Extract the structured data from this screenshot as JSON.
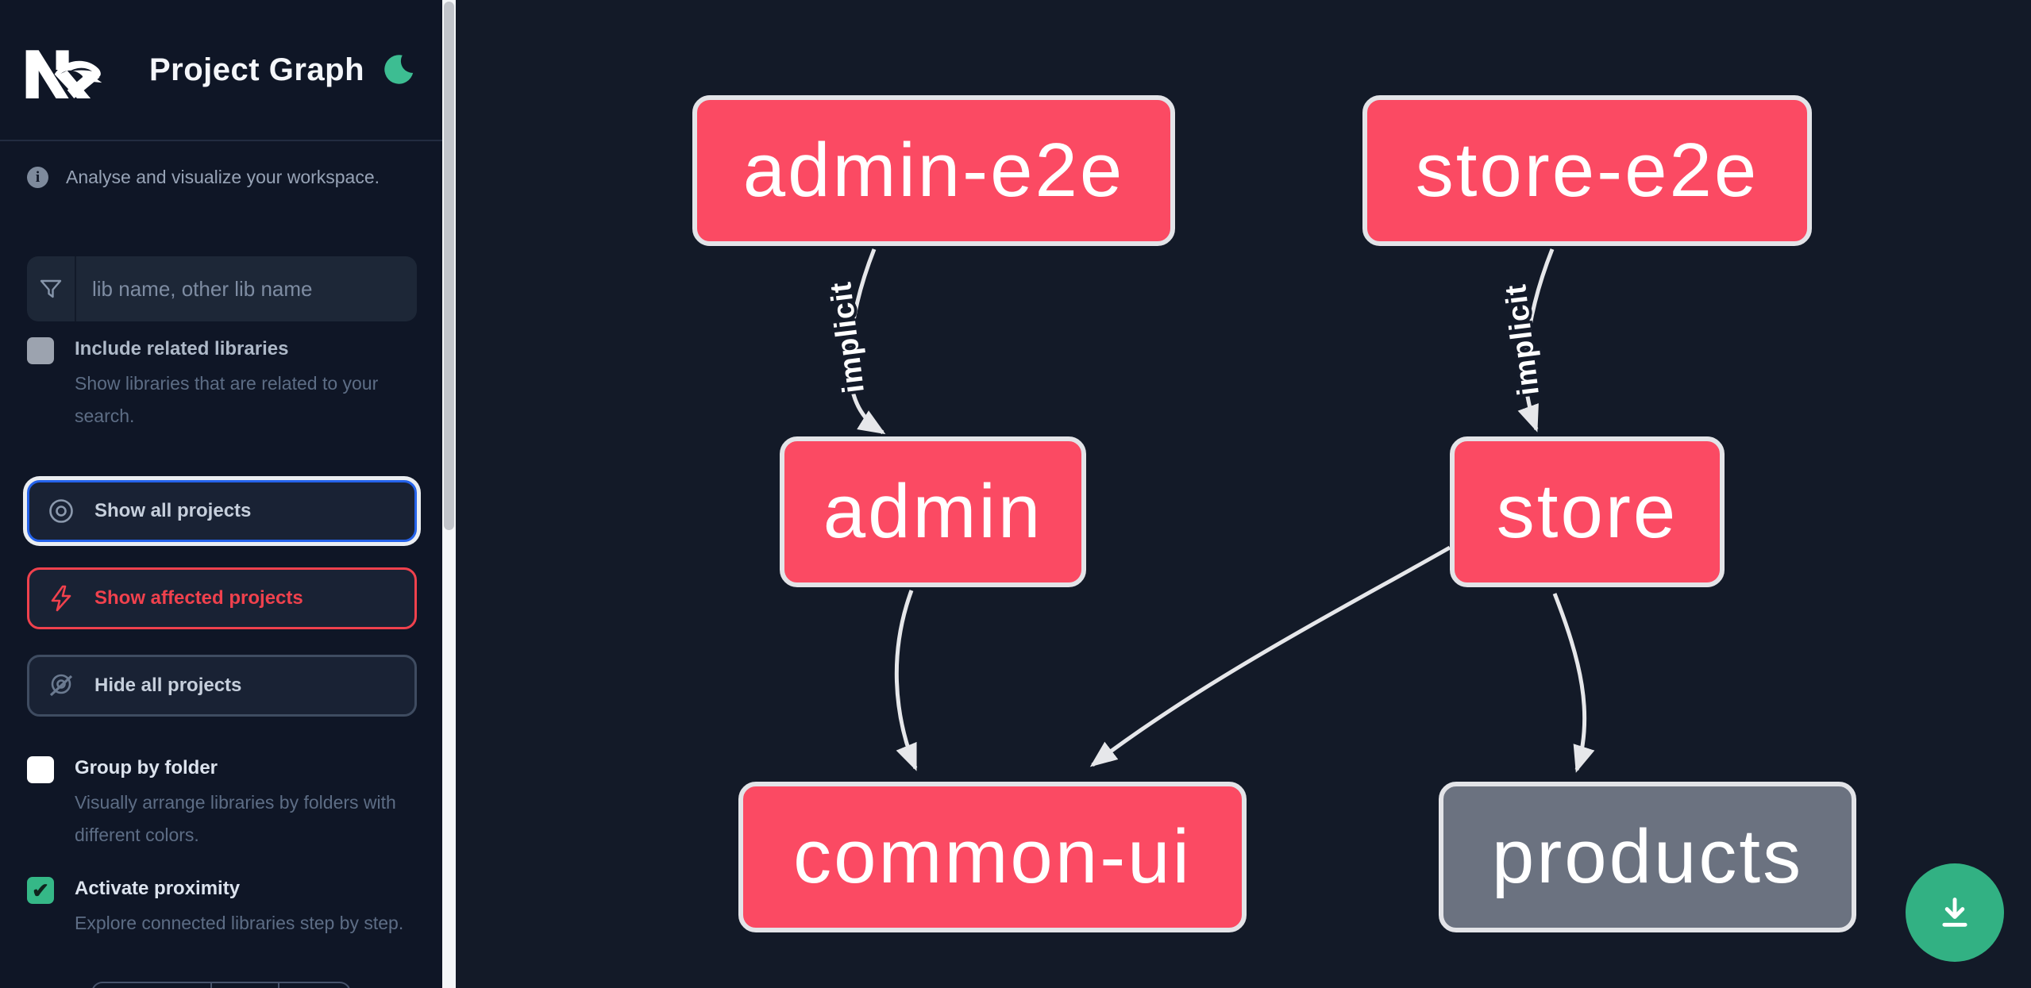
{
  "header": {
    "title": "Project Graph",
    "logo": "nx-logo",
    "theme_icon": "moon"
  },
  "sidebar": {
    "tagline": "Analyse and visualize your workspace.",
    "search": {
      "placeholder": "lib name, other lib name"
    },
    "options": [
      {
        "label": "Include related libraries",
        "description": "Show libraries that are related to your search.",
        "checked": false
      },
      {
        "label": "Group by folder",
        "description": "Visually arrange libraries by folders with different colors.",
        "checked": false
      },
      {
        "label": "Activate proximity",
        "description": "Explore connected libraries step by step.",
        "checked": true,
        "checkmark": "✔"
      }
    ],
    "actions": [
      {
        "label": "Show all projects",
        "icon": "eye",
        "state": "focused"
      },
      {
        "label": "Show affected projects",
        "icon": "lightning-bolt",
        "state": "affected"
      },
      {
        "label": "Hide all projects",
        "icon": "eye-off",
        "state": "default"
      }
    ]
  },
  "graph": {
    "nodes": [
      {
        "id": "admin-e2e",
        "label": "admin-e2e",
        "color": "#fb4a63"
      },
      {
        "id": "store-e2e",
        "label": "store-e2e",
        "color": "#fb4a63"
      },
      {
        "id": "admin",
        "label": "admin",
        "color": "#fb4a63"
      },
      {
        "id": "store",
        "label": "store",
        "color": "#fb4a63"
      },
      {
        "id": "common-ui",
        "label": "common-ui",
        "color": "#fb4a63"
      },
      {
        "id": "products",
        "label": "products",
        "color": "#6b7280"
      }
    ],
    "edges": [
      {
        "from": "admin-e2e",
        "to": "admin",
        "label": "implicit"
      },
      {
        "from": "store-e2e",
        "to": "store",
        "label": "implicit"
      },
      {
        "from": "admin",
        "to": "common-ui",
        "label": ""
      },
      {
        "from": "store",
        "to": "common-ui",
        "label": ""
      },
      {
        "from": "store",
        "to": "products",
        "label": ""
      }
    ]
  },
  "colors": {
    "canvas_bg": "#131a28",
    "sidebar_bg": "#0f1626",
    "node_pink": "#fb4a63",
    "node_gray": "#6b7280",
    "edge_gray": "#e6e7ea",
    "accent_green": "#32b183",
    "focus_blue": "#2563eb",
    "affected_red": "#f0414d"
  }
}
